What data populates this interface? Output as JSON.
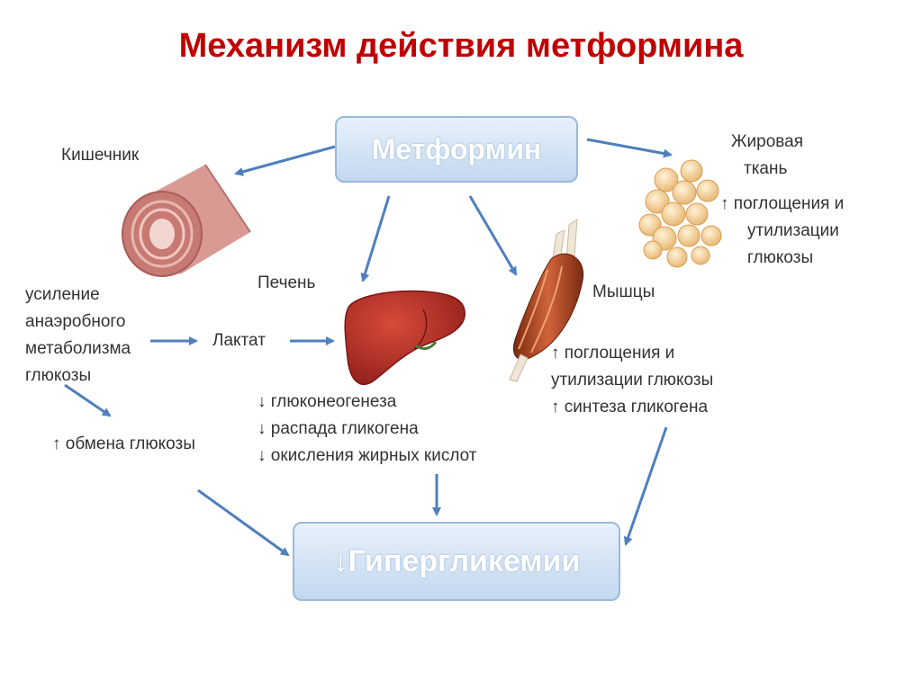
{
  "title": "Механизм действия метформина",
  "center_node": "Метформин",
  "bottom_node": "↓Гипергликемии",
  "intestine": {
    "label": "Кишечник",
    "effects": [
      "усиление",
      "анаэробного",
      "метаболизма",
      "глюкозы"
    ],
    "lactate": "Лактат",
    "glucose_exchange": "↑ обмена глюкозы"
  },
  "liver": {
    "label": "Печень",
    "effects": [
      "↓ глюконеогенеза",
      "↓ распада гликогена",
      "↓ окисления жирных кислот"
    ]
  },
  "muscle": {
    "label": "Мышцы",
    "effects": [
      "↑ поглощения и",
      "утилизации глюкозы",
      "↑ синтеза гликогена"
    ]
  },
  "fat": {
    "label_lines": [
      "Жировая",
      "ткань"
    ],
    "effects": [
      "↑ поглощения и",
      "утилизации",
      "глюкозы"
    ]
  },
  "colors": {
    "title": "#c00000",
    "arrow": "#4f7fbd",
    "node_fill": "#c8dcf0",
    "text": "#333333"
  },
  "icons": [
    "intestine-icon",
    "liver-icon",
    "muscle-icon",
    "fat-tissue-icon"
  ]
}
